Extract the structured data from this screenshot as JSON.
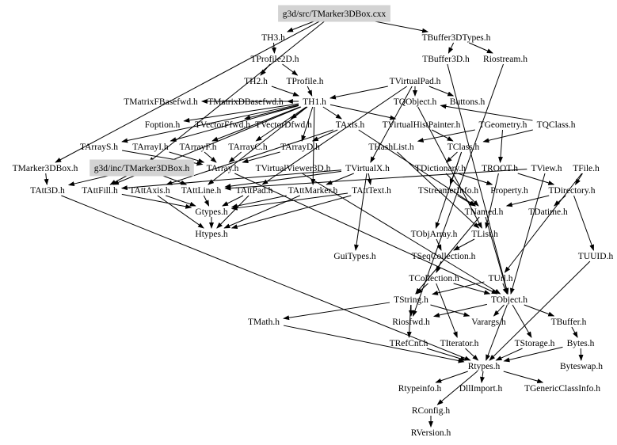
{
  "graph": {
    "root": "g3d/src/TMarker3DBox.cxx",
    "highlight_color": "#d3d3d3",
    "edge_color": "#000000",
    "nodes": [
      {
        "id": "cxx",
        "label": "g3d/src/TMarker3DBox.cxx",
        "highlighted": true
      },
      {
        "id": "TH3",
        "label": "TH3.h"
      },
      {
        "id": "TBuffer3DTypes",
        "label": "TBuffer3DTypes.h"
      },
      {
        "id": "TProfile2D",
        "label": "TProfile2D.h"
      },
      {
        "id": "TBuffer3D",
        "label": "TBuffer3D.h"
      },
      {
        "id": "Riostream",
        "label": "Riostream.h"
      },
      {
        "id": "TVirtualPad",
        "label": "TVirtualPad.h"
      },
      {
        "id": "TH2",
        "label": "TH2.h"
      },
      {
        "id": "TProfile",
        "label": "TProfile.h"
      },
      {
        "id": "TMatrixFBasefwd",
        "label": "TMatrixFBasefwd.h"
      },
      {
        "id": "TMatrixDBasefwd",
        "label": "TMatrixDBasefwd.h"
      },
      {
        "id": "TH1",
        "label": "TH1.h"
      },
      {
        "id": "TQObject",
        "label": "TQObject.h"
      },
      {
        "id": "Buttons",
        "label": "Buttons.h"
      },
      {
        "id": "Foption",
        "label": "Foption.h"
      },
      {
        "id": "TVectorFfwd",
        "label": "TVectorFfwd.h"
      },
      {
        "id": "TVectorDfwd",
        "label": "TVectorDfwd.h"
      },
      {
        "id": "TAxis",
        "label": "TAxis.h"
      },
      {
        "id": "TVirtualHistPainter",
        "label": "TVirtualHistPainter.h"
      },
      {
        "id": "TGeometry",
        "label": "TGeometry.h"
      },
      {
        "id": "TQClass",
        "label": "TQClass.h"
      },
      {
        "id": "TArrayS",
        "label": "TArrayS.h"
      },
      {
        "id": "TArrayI",
        "label": "TArrayI.h"
      },
      {
        "id": "TArrayF",
        "label": "TArrayF.h"
      },
      {
        "id": "TArrayC",
        "label": "TArrayC.h"
      },
      {
        "id": "TArrayD",
        "label": "TArrayD.h"
      },
      {
        "id": "THashList",
        "label": "THashList.h"
      },
      {
        "id": "TClass",
        "label": "TClass.h"
      },
      {
        "id": "TMarker3DBoxH",
        "label": "TMarker3DBox.h"
      },
      {
        "id": "inc",
        "label": "g3d/inc/TMarker3DBox.h",
        "highlighted": true
      },
      {
        "id": "TArray",
        "label": "TArray.h"
      },
      {
        "id": "TVirtualViewer3D",
        "label": "TVirtualViewer3D.h"
      },
      {
        "id": "TVirtualX",
        "label": "TVirtualX.h"
      },
      {
        "id": "TDictionary",
        "label": "TDictionary.h"
      },
      {
        "id": "TROOT",
        "label": "TROOT.h"
      },
      {
        "id": "TView",
        "label": "TView.h"
      },
      {
        "id": "TFile",
        "label": "TFile.h"
      },
      {
        "id": "TAtt3D",
        "label": "TAtt3D.h"
      },
      {
        "id": "TAttFill",
        "label": "TAttFill.h"
      },
      {
        "id": "TAttAxis",
        "label": "TAttAxis.h"
      },
      {
        "id": "TAttLine",
        "label": "TAttLine.h"
      },
      {
        "id": "TAttPad",
        "label": "TAttPad.h"
      },
      {
        "id": "TAttMarker",
        "label": "TAttMarker.h"
      },
      {
        "id": "TAttText",
        "label": "TAttText.h"
      },
      {
        "id": "TStreamerInfo",
        "label": "TStreamerInfo.h"
      },
      {
        "id": "Property",
        "label": "Property.h"
      },
      {
        "id": "TDirectory",
        "label": "TDirectory.h"
      },
      {
        "id": "Gtypes",
        "label": "Gtypes.h"
      },
      {
        "id": "TNamed",
        "label": "TNamed.h"
      },
      {
        "id": "TDatime",
        "label": "TDatime.h"
      },
      {
        "id": "Htypes",
        "label": "Htypes.h"
      },
      {
        "id": "TObjArray",
        "label": "TObjArray.h"
      },
      {
        "id": "TList",
        "label": "TList.h"
      },
      {
        "id": "GuiTypes",
        "label": "GuiTypes.h"
      },
      {
        "id": "TSeqCollection",
        "label": "TSeqCollection.h"
      },
      {
        "id": "TUUID",
        "label": "TUUID.h"
      },
      {
        "id": "TCollection",
        "label": "TCollection.h"
      },
      {
        "id": "TUrl",
        "label": "TUrl.h"
      },
      {
        "id": "TString",
        "label": "TString.h"
      },
      {
        "id": "TObject",
        "label": "TObject.h"
      },
      {
        "id": "TMath",
        "label": "TMath.h"
      },
      {
        "id": "Riosfwd",
        "label": "Riosfwd.h"
      },
      {
        "id": "Varargs",
        "label": "Varargs.h"
      },
      {
        "id": "TBuffer",
        "label": "TBuffer.h"
      },
      {
        "id": "TRefCnt",
        "label": "TRefCnt.h"
      },
      {
        "id": "TIterator",
        "label": "TIterator.h"
      },
      {
        "id": "TStorage",
        "label": "TStorage.h"
      },
      {
        "id": "Bytes",
        "label": "Bytes.h"
      },
      {
        "id": "Rtypes",
        "label": "Rtypes.h"
      },
      {
        "id": "Byteswap",
        "label": "Byteswap.h"
      },
      {
        "id": "Rtypeinfo",
        "label": "Rtypeinfo.h"
      },
      {
        "id": "DllImport",
        "label": "DllImport.h"
      },
      {
        "id": "TGenericClassInfo",
        "label": "TGenericClassInfo.h"
      },
      {
        "id": "RConfig",
        "label": "RConfig.h"
      },
      {
        "id": "RVersion",
        "label": "RVersion.h"
      }
    ],
    "edges": [
      [
        "cxx",
        "TH3"
      ],
      [
        "cxx",
        "TBuffer3DTypes"
      ],
      [
        "cxx",
        "TMarker3DBoxH"
      ],
      [
        "cxx",
        "inc"
      ],
      [
        "TH3",
        "TProfile2D"
      ],
      [
        "TProfile2D",
        "TH2"
      ],
      [
        "TProfile2D",
        "TProfile"
      ],
      [
        "TH2",
        "TH1"
      ],
      [
        "TProfile",
        "TH1"
      ],
      [
        "TBuffer3DTypes",
        "TBuffer3D"
      ],
      [
        "TBuffer3DTypes",
        "Riostream"
      ],
      [
        "TBuffer3D",
        "TObject"
      ],
      [
        "Riostream",
        "Riosfwd"
      ],
      [
        "TVirtualPad",
        "TQObject"
      ],
      [
        "TVirtualPad",
        "Buttons"
      ],
      [
        "TVirtualPad",
        "TH1"
      ],
      [
        "TVirtualPad",
        "TVirtualX"
      ],
      [
        "TVirtualPad",
        "TAttPad"
      ],
      [
        "TH1",
        "TMatrixFBasefwd"
      ],
      [
        "TH1",
        "TMatrixDBasefwd"
      ],
      [
        "TH1",
        "Foption"
      ],
      [
        "TH1",
        "TVectorFfwd"
      ],
      [
        "TH1",
        "TVectorDfwd"
      ],
      [
        "TH1",
        "TAxis"
      ],
      [
        "TH1",
        "TArrayS"
      ],
      [
        "TH1",
        "TArrayI"
      ],
      [
        "TH1",
        "TArrayF"
      ],
      [
        "TH1",
        "TArrayC"
      ],
      [
        "TH1",
        "TArrayD"
      ],
      [
        "TH1",
        "TAttLine"
      ],
      [
        "TH1",
        "TAttFill"
      ],
      [
        "TH1",
        "TAttMarker"
      ],
      [
        "TH1",
        "TVirtualHistPainter"
      ],
      [
        "TArrayS",
        "TArray"
      ],
      [
        "TArrayI",
        "TArray"
      ],
      [
        "TArrayF",
        "TArray"
      ],
      [
        "TArrayC",
        "TArray"
      ],
      [
        "TArrayD",
        "TArray"
      ],
      [
        "TArray",
        "TObject"
      ],
      [
        "TAxis",
        "TNamed"
      ],
      [
        "TAxis",
        "TAttAxis"
      ],
      [
        "TAxis",
        "TArrayD"
      ],
      [
        "TAttFill",
        "Gtypes"
      ],
      [
        "TAttAxis",
        "Gtypes"
      ],
      [
        "TAttLine",
        "Gtypes"
      ],
      [
        "TAttPad",
        "Gtypes"
      ],
      [
        "TAttMarker",
        "Gtypes"
      ],
      [
        "TAttText",
        "Gtypes"
      ],
      [
        "Gtypes",
        "Htypes"
      ],
      [
        "TAttMarker",
        "Htypes"
      ],
      [
        "TAttText",
        "Htypes"
      ],
      [
        "TAttPad",
        "Htypes"
      ],
      [
        "TAttAxis",
        "Htypes"
      ],
      [
        "TVirtualX",
        "GuiTypes"
      ],
      [
        "TVirtualX",
        "TAttText"
      ],
      [
        "TVirtualX",
        "TAttMarker"
      ],
      [
        "TVirtualX",
        "TAttLine"
      ],
      [
        "TVirtualX",
        "TAttFill"
      ],
      [
        "TVirtualViewer3D",
        "TObject"
      ],
      [
        "TVirtualHistPainter",
        "TClass"
      ],
      [
        "TQObject",
        "TList"
      ],
      [
        "TQClass",
        "TClass"
      ],
      [
        "TQClass",
        "TQObject"
      ],
      [
        "TGeometry",
        "THashList"
      ],
      [
        "TGeometry",
        "TROOT"
      ],
      [
        "THashList",
        "TList"
      ],
      [
        "TClass",
        "TDictionary"
      ],
      [
        "TClass",
        "TStreamerInfo"
      ],
      [
        "TClass",
        "TObjArray"
      ],
      [
        "TDictionary",
        "TNamed"
      ],
      [
        "TDictionary",
        "Property"
      ],
      [
        "TROOT",
        "TDirectory"
      ],
      [
        "TROOT",
        "TList"
      ],
      [
        "TDirectory",
        "TDatime"
      ],
      [
        "TDirectory",
        "TUUID"
      ],
      [
        "TDirectory",
        "TNamed"
      ],
      [
        "TFile",
        "TDirectory"
      ],
      [
        "TFile",
        "TUrl"
      ],
      [
        "TView",
        "TObject"
      ],
      [
        "TView",
        "TAttLine"
      ],
      [
        "TStreamerInfo",
        "TNamed"
      ],
      [
        "TNamed",
        "TString"
      ],
      [
        "TNamed",
        "TObject"
      ],
      [
        "TList",
        "TSeqCollection"
      ],
      [
        "TObjArray",
        "TSeqCollection"
      ],
      [
        "TSeqCollection",
        "TCollection"
      ],
      [
        "TCollection",
        "TObject"
      ],
      [
        "TCollection",
        "TIterator"
      ],
      [
        "TCollection",
        "TString"
      ],
      [
        "TUrl",
        "TObject"
      ],
      [
        "TUrl",
        "TString"
      ],
      [
        "TUUID",
        "Rtypes"
      ],
      [
        "TString",
        "TMath"
      ],
      [
        "TString",
        "TRefCnt"
      ],
      [
        "TString",
        "Riosfwd"
      ],
      [
        "TString",
        "Varargs"
      ],
      [
        "TObject",
        "Rtypes"
      ],
      [
        "TObject",
        "Varargs"
      ],
      [
        "TObject",
        "TStorage"
      ],
      [
        "TObject",
        "TBuffer"
      ],
      [
        "TObject",
        "Riosfwd"
      ],
      [
        "TBuffer",
        "Bytes"
      ],
      [
        "Bytes",
        "Byteswap"
      ],
      [
        "Bytes",
        "Rtypes"
      ],
      [
        "TStorage",
        "Rtypes"
      ],
      [
        "TMath",
        "Rtypes"
      ],
      [
        "TRefCnt",
        "Rtypes"
      ],
      [
        "TIterator",
        "Rtypes"
      ],
      [
        "Rtypes",
        "Rtypeinfo"
      ],
      [
        "Rtypes",
        "DllImport"
      ],
      [
        "Rtypes",
        "TGenericClassInfo"
      ],
      [
        "Rtypes",
        "RConfig"
      ],
      [
        "RConfig",
        "RVersion"
      ],
      [
        "TMarker3DBoxH",
        "TAtt3D"
      ],
      [
        "TAtt3D",
        "Rtypes"
      ],
      [
        "inc",
        "TAttFill"
      ],
      [
        "inc",
        "TAttLine"
      ],
      [
        "inc",
        "TAtt3D"
      ]
    ]
  }
}
